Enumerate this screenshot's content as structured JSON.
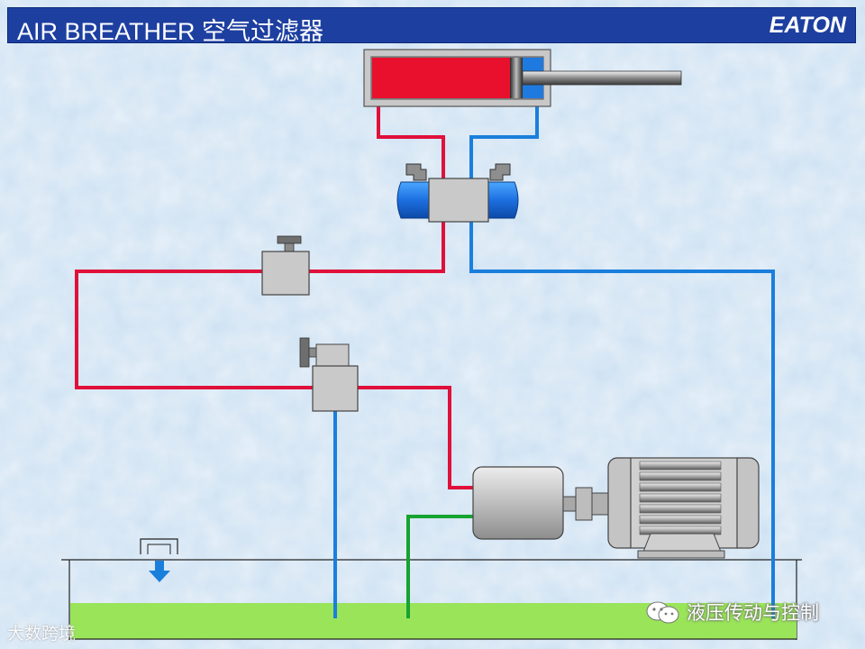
{
  "header": {
    "title": "AIR BREATHER    空气过滤器",
    "brand": "EATON"
  },
  "watermarks": {
    "left": "大数跨境",
    "right": "液压传动与控制"
  },
  "colors": {
    "header_bg": "#1d3fa0",
    "pressure_line": "#e0103a",
    "return_line": "#1a7fdc",
    "suction_line": "#16a331",
    "fluid": "#9ae45a",
    "cylinder_cap": "#e8102c",
    "cylinder_rod_side": "#1f7ae0",
    "component_gray": "#c9c9c9"
  },
  "icons": {
    "breather": "down-arrow-icon",
    "wechat": "wechat-icon"
  }
}
